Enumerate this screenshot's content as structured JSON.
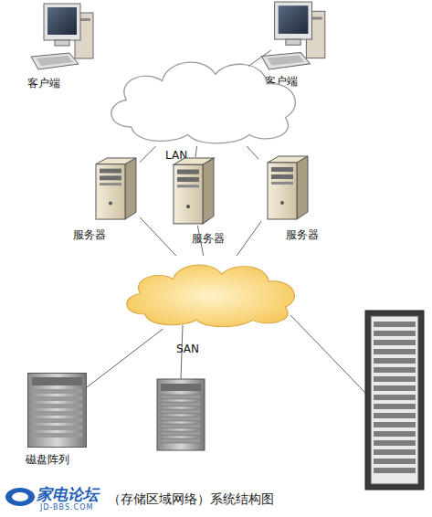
{
  "diagram": {
    "caption": "（存储区域网络）系统结构图",
    "nodes": [
      {
        "text": [
          "客户端"
        ]
      },
      {
        "text": [
          "客户端"
        ]
      },
      {
        "text": [
          "LAN"
        ]
      },
      {
        "text": [
          "服务器"
        ]
      },
      {
        "text": [
          "服务器"
        ]
      },
      {
        "text": [
          "服务器"
        ]
      },
      {
        "text": [
          "SAN"
        ]
      },
      {
        "text": [
          "磁盘阵列"
        ]
      }
    ],
    "edges": [
      {
        "from": 0,
        "to": 2,
        "arrow": "none"
      },
      {
        "from": 1,
        "to": 2,
        "arrow": "none"
      },
      {
        "from": 2,
        "to": 3,
        "arrow": "none"
      },
      {
        "from": 2,
        "to": 4,
        "arrow": "none"
      },
      {
        "from": 2,
        "to": 5,
        "arrow": "none"
      },
      {
        "from": 3,
        "to": 6,
        "arrow": "none"
      },
      {
        "from": 4,
        "to": 6,
        "arrow": "none"
      },
      {
        "from": 5,
        "to": 6,
        "arrow": "none"
      },
      {
        "from": 6,
        "to": 7,
        "arrow": "none"
      }
    ],
    "labels": [
      "家电论坛",
      "JD-BBS.COM"
    ]
  }
}
